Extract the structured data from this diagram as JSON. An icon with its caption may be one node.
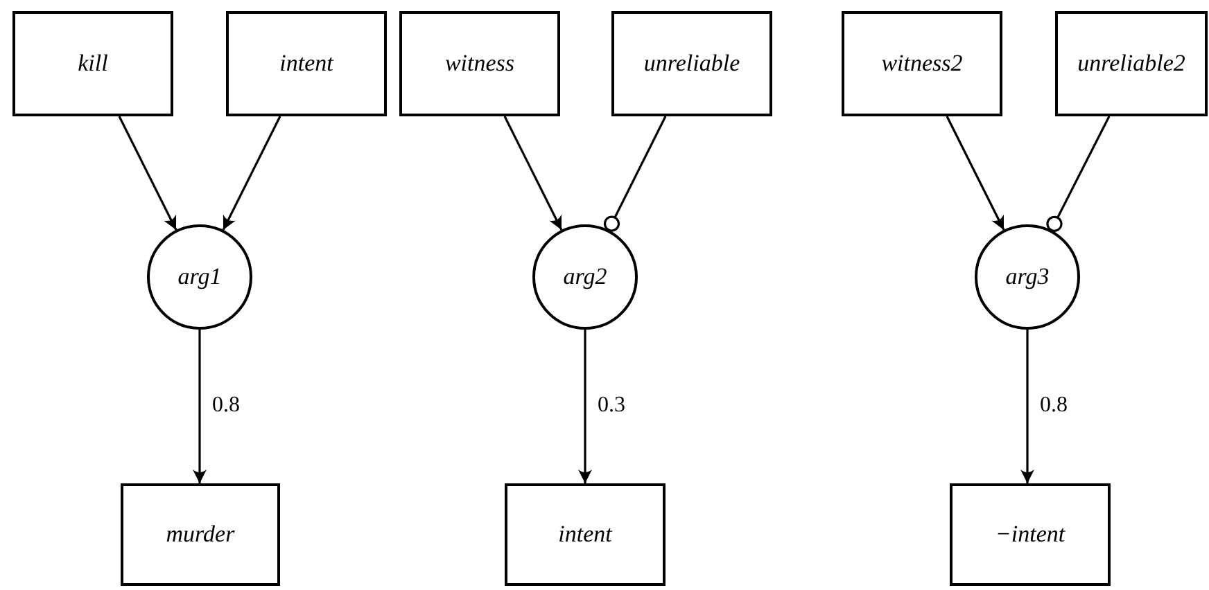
{
  "diagram": {
    "nodes": [
      {
        "text": [
          "kill"
        ]
      },
      {
        "text": [
          "intent"
        ]
      },
      {
        "text": [
          "witness"
        ]
      },
      {
        "text": [
          "unreliable"
        ]
      },
      {
        "text": [
          "witness2"
        ]
      },
      {
        "text": [
          "unreliable2"
        ]
      },
      {
        "text": [
          "arg1"
        ]
      },
      {
        "text": [
          "arg2"
        ]
      },
      {
        "text": [
          "arg3"
        ]
      },
      {
        "text": [
          "murder"
        ]
      },
      {
        "text": [
          "intent"
        ]
      },
      {
        "text": [
          "−intent"
        ]
      }
    ],
    "edges": [
      {
        "from": 0,
        "to": 6,
        "arrow": "to"
      },
      {
        "from": 1,
        "to": 6,
        "arrow": "to"
      },
      {
        "from": 2,
        "to": 7,
        "arrow": "to"
      },
      {
        "from": 3,
        "to": 7,
        "arrow": "other"
      },
      {
        "from": 4,
        "to": 8,
        "arrow": "to"
      },
      {
        "from": 5,
        "to": 8,
        "arrow": "other"
      },
      {
        "from": 6,
        "to": 9,
        "arrow": "to",
        "label": "0.8"
      },
      {
        "from": 7,
        "to": 10,
        "arrow": "to",
        "label": "0.3"
      },
      {
        "from": 8,
        "to": 11,
        "arrow": "to",
        "label": "0.8"
      }
    ]
  }
}
